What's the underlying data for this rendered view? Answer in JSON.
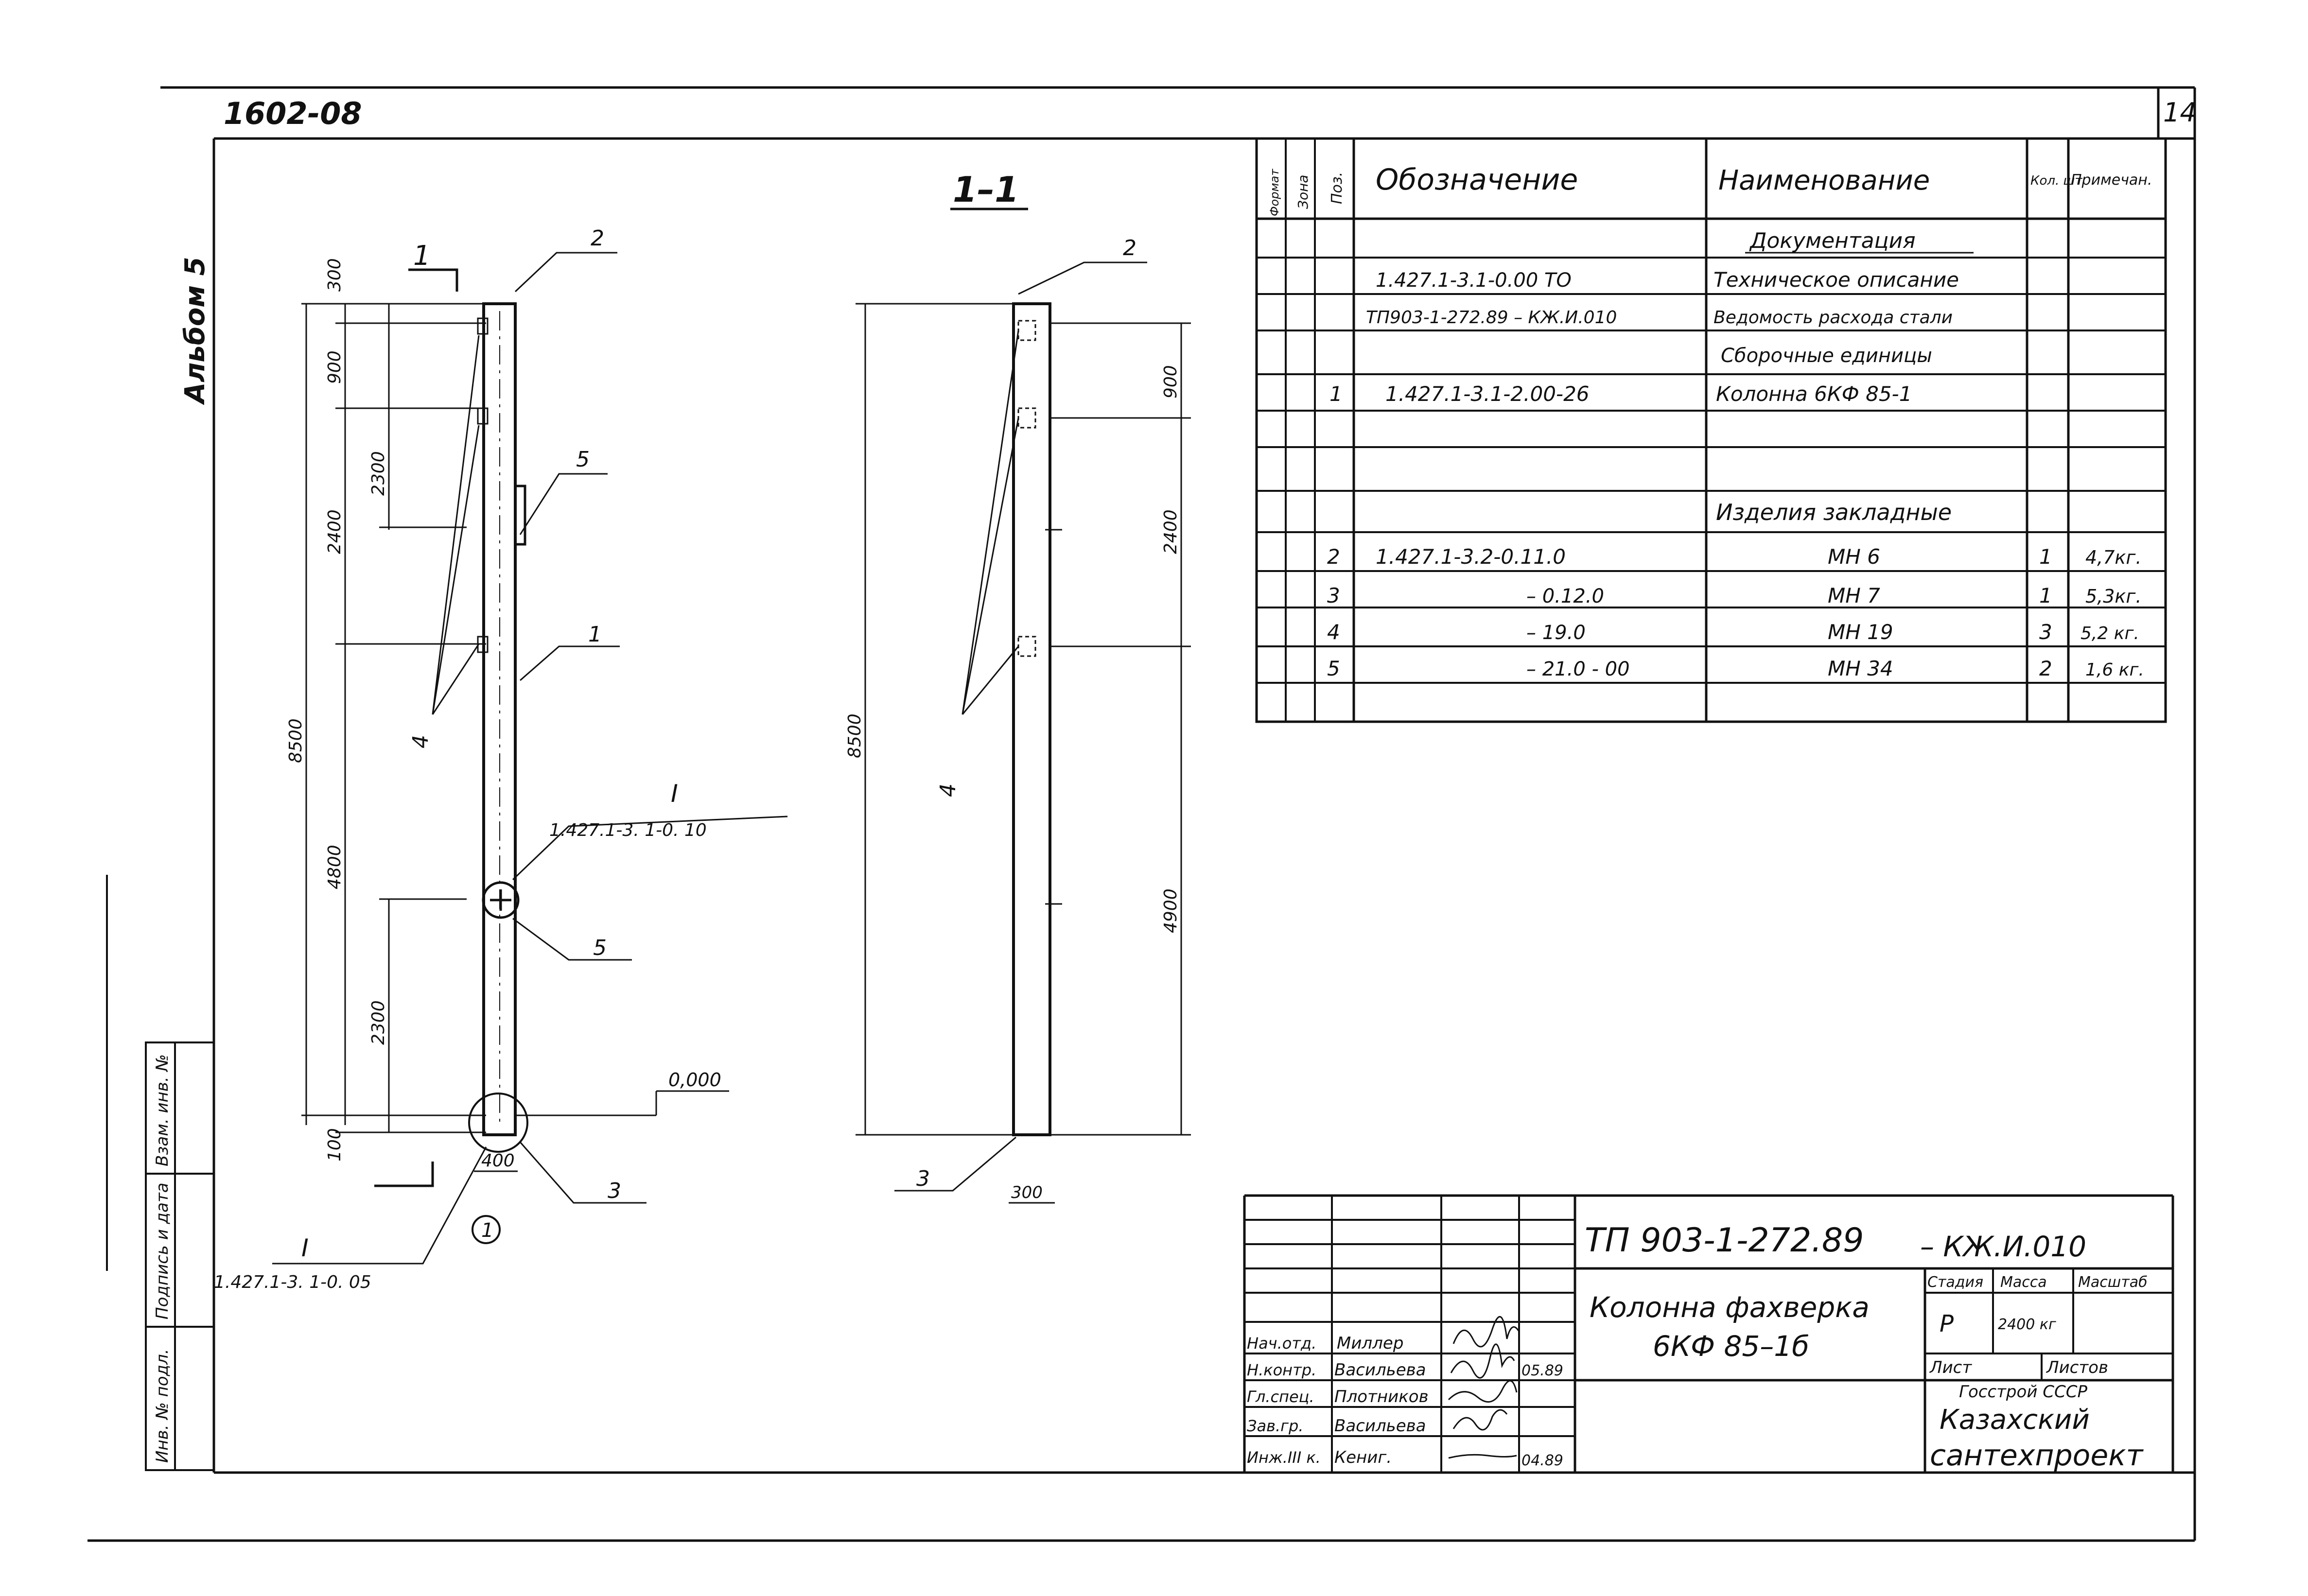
{
  "header": {
    "series_code": "1602-08",
    "sheet_number": "14",
    "album_label": "Альбом 5"
  },
  "left_stamp": {
    "inv_podl": "Инв. № подл.",
    "podpis": "Подпись и дата",
    "vzam": "Взам. инв. №"
  },
  "elevation": {
    "section_mark": "1",
    "dims": [
      "300",
      "900",
      "2300",
      "2400",
      "8500",
      "4800",
      "2300",
      "100",
      "400"
    ],
    "level": "0,000",
    "callout_upper": {
      "mark": "I",
      "ref": "1.427.1-3. 1-0. 10"
    },
    "callout_lower": {
      "mark": "I",
      "ref": "1.427.1-3. 1-0. 05"
    },
    "positions": [
      "2",
      "5",
      "1",
      "4",
      "5",
      "3",
      "1"
    ]
  },
  "section": {
    "title": "1–1",
    "dims": [
      "8500",
      "900",
      "2400",
      "4900",
      "300"
    ],
    "positions": [
      "2",
      "4",
      "3"
    ]
  },
  "spec_table": {
    "headers": {
      "format": "Формат",
      "zone": "Зона",
      "pos": "Поз.",
      "designation": "Обозначение",
      "name": "Наименование",
      "qty": "Кол. шт",
      "note": "Примечан."
    },
    "rows": [
      {
        "pos": "",
        "designation": "",
        "name": "Документация",
        "qty": "",
        "note": ""
      },
      {
        "pos": "",
        "designation": "1.427.1-3.1-0.00 ТО",
        "name": "Техническое описание",
        "qty": "",
        "note": ""
      },
      {
        "pos": "",
        "designation": "ТП903-1-272.89 – КЖ.И.010",
        "name": "Ведомость расхода стали",
        "qty": "",
        "note": ""
      },
      {
        "pos": "",
        "designation": "",
        "name": "Сборочные единицы",
        "qty": "",
        "note": ""
      },
      {
        "pos": "1",
        "designation": "1.427.1-3.1-2.00-26",
        "name": "Колонна 6КФ 85-1",
        "qty": "",
        "note": ""
      },
      {
        "pos": "",
        "designation": "",
        "name": "",
        "qty": "",
        "note": ""
      },
      {
        "pos": "",
        "designation": "",
        "name": "",
        "qty": "",
        "note": ""
      },
      {
        "pos": "",
        "designation": "",
        "name": "Изделия закладные",
        "qty": "",
        "note": ""
      },
      {
        "pos": "2",
        "designation": "1.427.1-3.2-0.11.0",
        "name": "МН 6",
        "qty": "1",
        "note": "4,7кг."
      },
      {
        "pos": "3",
        "designation": "– 0.12.0",
        "name": "МН 7",
        "qty": "1",
        "note": "5,3кг."
      },
      {
        "pos": "4",
        "designation": "– 19.0",
        "name": "МН 19",
        "qty": "3",
        "note": "5,2 кг."
      },
      {
        "pos": "5",
        "designation": "– 21.0 - 00",
        "name": "МН 34",
        "qty": "2",
        "note": "1,6 кг."
      },
      {
        "pos": "",
        "designation": "",
        "name": "",
        "qty": "",
        "note": ""
      }
    ]
  },
  "title_block": {
    "doc_code": "ТП 903-1-272.89",
    "doc_suffix": "– КЖ.И.010",
    "title_line1": "Колонна фахверка",
    "title_line2": "6КФ 85–1б",
    "stage_label": "Стадия",
    "mass_label": "Масса",
    "scale_label": "Масштаб",
    "stage": "Р",
    "mass": "2400 кг",
    "sheet_label": "Лист",
    "sheets_label": "Листов",
    "org_line1": "Госстрой СССР",
    "org_line2": "Казахский",
    "org_line3": "сантехпроект",
    "date1": "05.89",
    "date2": "04.89",
    "signers": [
      {
        "role": "Нач.отд.",
        "name": "Миллер"
      },
      {
        "role": "Н.контр.",
        "name": "Васильева"
      },
      {
        "role": "Гл.спец.",
        "name": "Плотников"
      },
      {
        "role": "Зав.гр.",
        "name": "Васильева"
      },
      {
        "role": "Инж.III к.",
        "name": "Кениг."
      }
    ]
  }
}
